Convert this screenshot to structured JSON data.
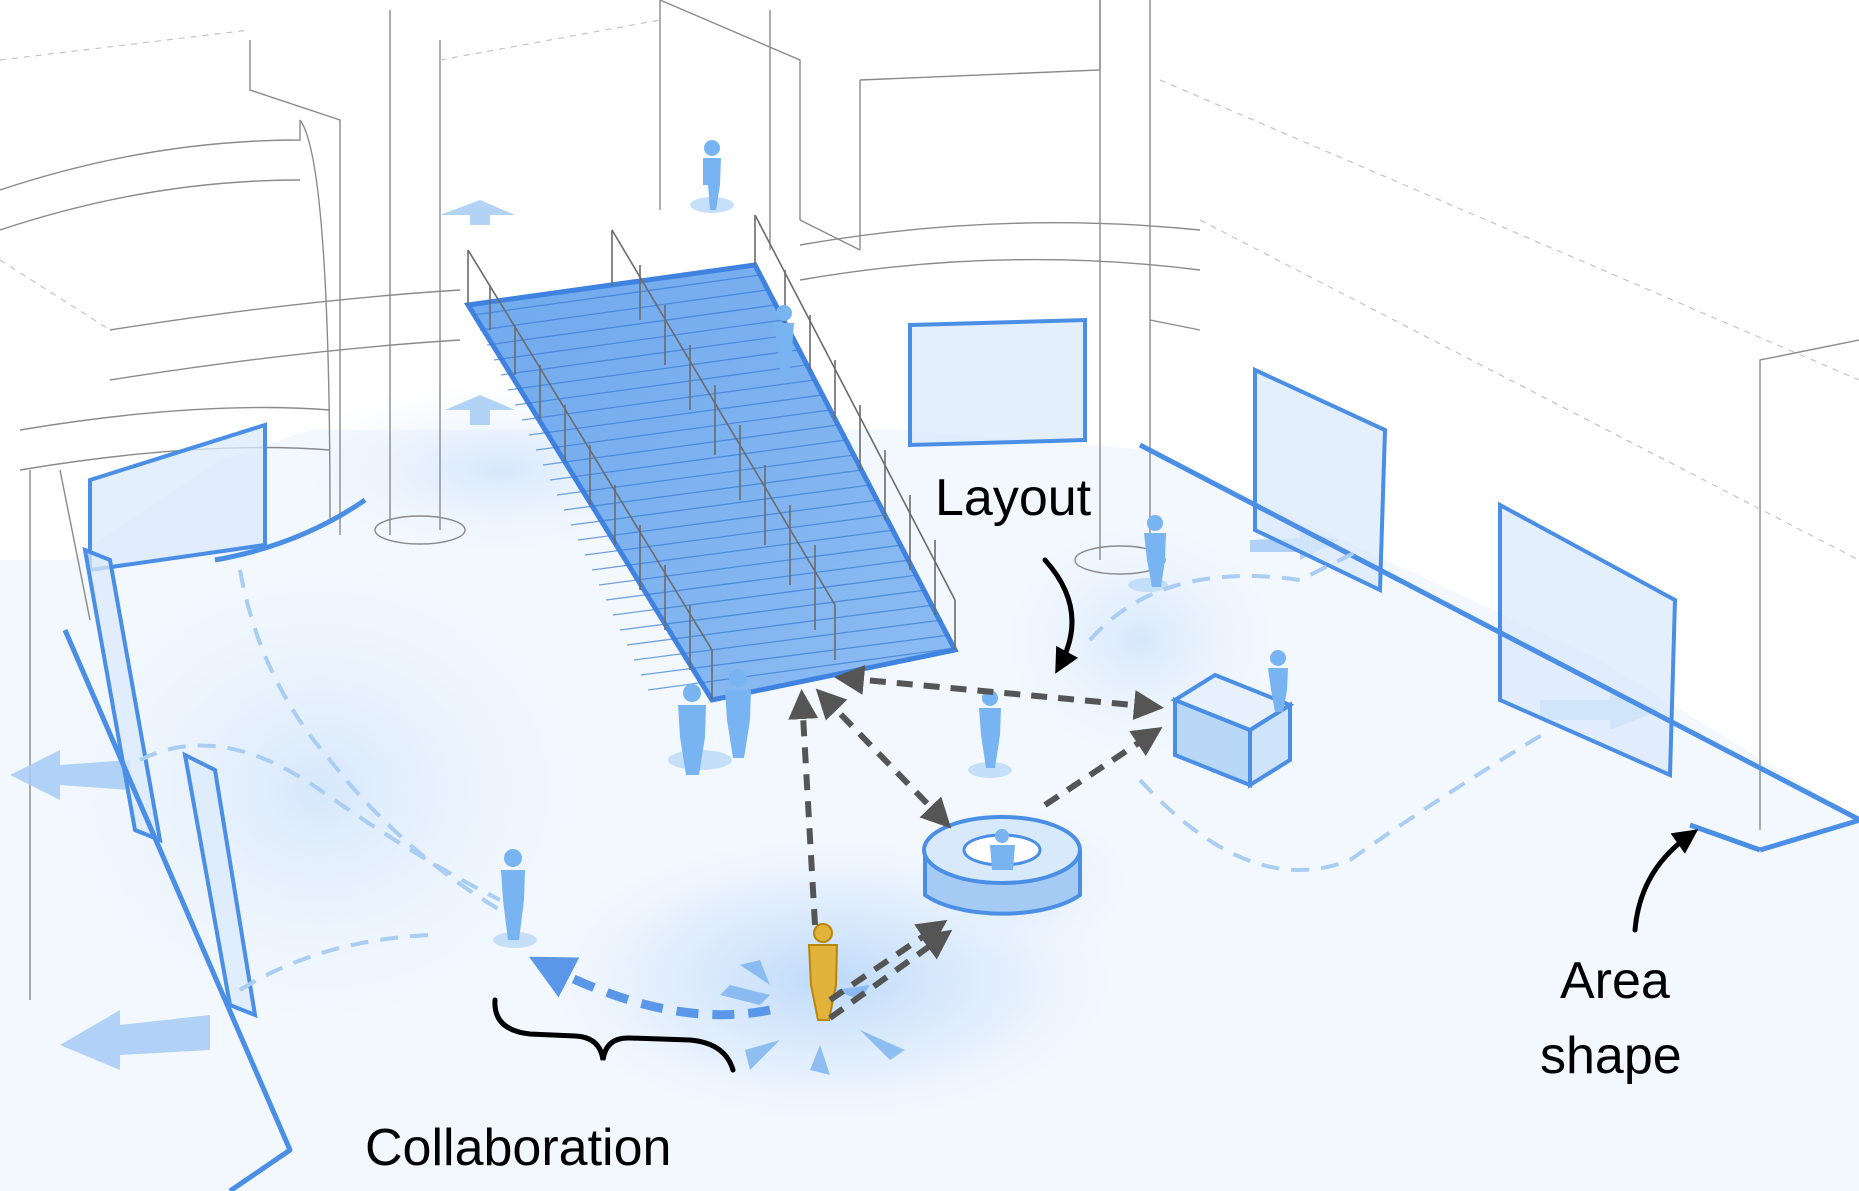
{
  "labels": {
    "layout": "Layout",
    "collaboration": "Collaboration",
    "area_shape_line1": "Area",
    "area_shape_line2": "shape"
  },
  "colors": {
    "floor_glow": "#cfe4fb",
    "accent_blue": "#4a8ee6",
    "person_blue": "#79b4f2",
    "highlight_person": "#d9a520",
    "arrow_gray": "#555555",
    "label_black": "#000000"
  },
  "icons": {
    "person": "person-icon",
    "highlighted_person": "highlighted-person-icon",
    "kiosk": "round-kiosk-icon",
    "bench": "box-bench-icon",
    "staircase": "staircase-icon"
  }
}
